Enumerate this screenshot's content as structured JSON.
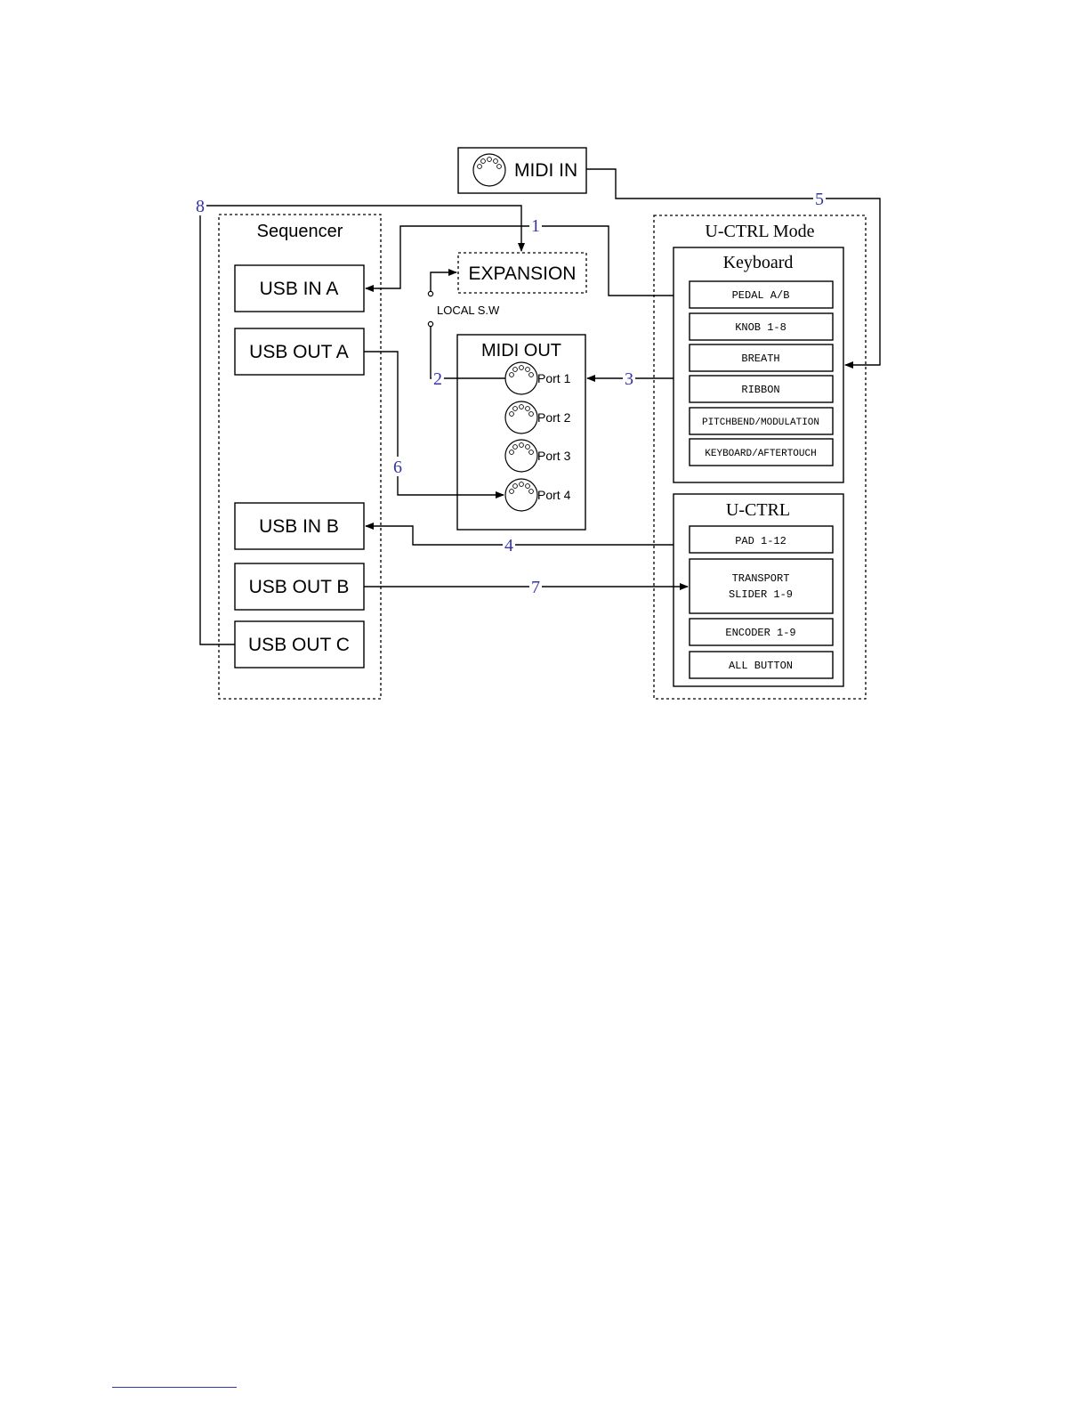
{
  "midi_in": {
    "label": "MIDI IN"
  },
  "sequencer": {
    "title": "Sequencer",
    "usb_in_a": "USB IN A",
    "usb_out_a": "USB OUT A",
    "usb_in_b": "USB IN B",
    "usb_out_b": "USB OUT B",
    "usb_out_c": "USB OUT C"
  },
  "expansion": {
    "label": "EXPANSION",
    "local_sw": "LOCAL S.W"
  },
  "midi_out": {
    "title": "MIDI OUT",
    "ports": [
      "Port 1",
      "Port 2",
      "Port 3",
      "Port 4"
    ]
  },
  "uctrl_mode": {
    "title": "U-CTRL Mode",
    "keyboard": {
      "title": "Keyboard",
      "items": [
        "PEDAL A/B",
        "KNOB 1-8",
        "BREATH",
        "RIBBON",
        "PITCHBEND/MODULATION",
        "KEYBOARD/AFTERTOUCH"
      ]
    },
    "uctrl": {
      "title": "U-CTRL",
      "pad": "PAD 1-12",
      "transport_1": "TRANSPORT",
      "transport_2": "SLIDER 1-9",
      "encoder": "ENCODER 1-9",
      "all_button": "ALL BUTTON"
    }
  },
  "route_numbers": [
    "1",
    "2",
    "3",
    "4",
    "5",
    "6",
    "7",
    "8"
  ]
}
